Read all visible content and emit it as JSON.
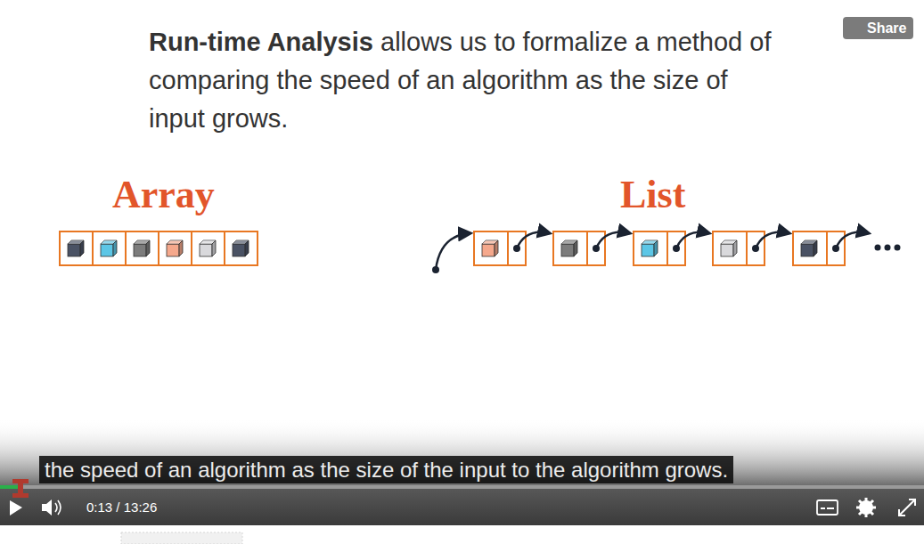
{
  "diagram": {
    "caption": "the speed of an algorithm as the size of the input to the algorithm grows.",
    "labels": [
      "Run-time Analysis",
      "allows us to formalize a method of comparing the speed of an algorithm as the size of input grows.",
      "Array",
      "List",
      "Share",
      "0:13 / 13:26"
    ]
  }
}
